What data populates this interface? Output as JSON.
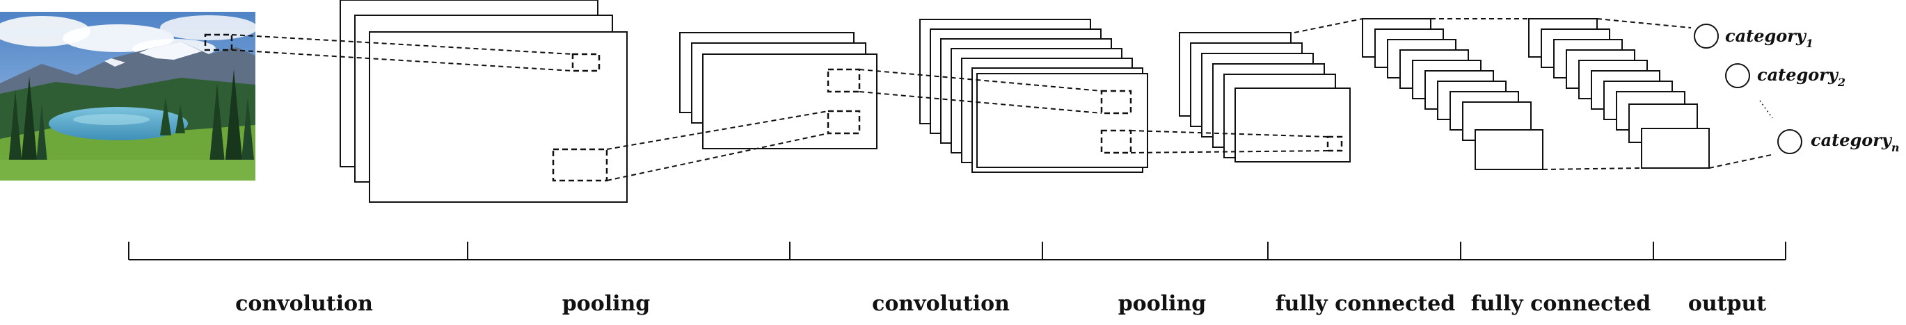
{
  "stages": [
    {
      "label": "convolution"
    },
    {
      "label": "pooling"
    },
    {
      "label": "convolution"
    },
    {
      "label": "pooling"
    },
    {
      "label": "fully connected"
    },
    {
      "label": "fully connected"
    },
    {
      "label": "output"
    }
  ],
  "outputs": [
    {
      "base": "category",
      "sub": "1"
    },
    {
      "base": "category",
      "sub": "2"
    },
    {
      "base": "category",
      "sub": "n"
    }
  ],
  "input_image": {
    "subject": "mountain lake landscape photo",
    "sky": "#6f9fd4",
    "water": "#58a9cf",
    "grass": "#6ea83a",
    "trees": "#1f4a24"
  }
}
